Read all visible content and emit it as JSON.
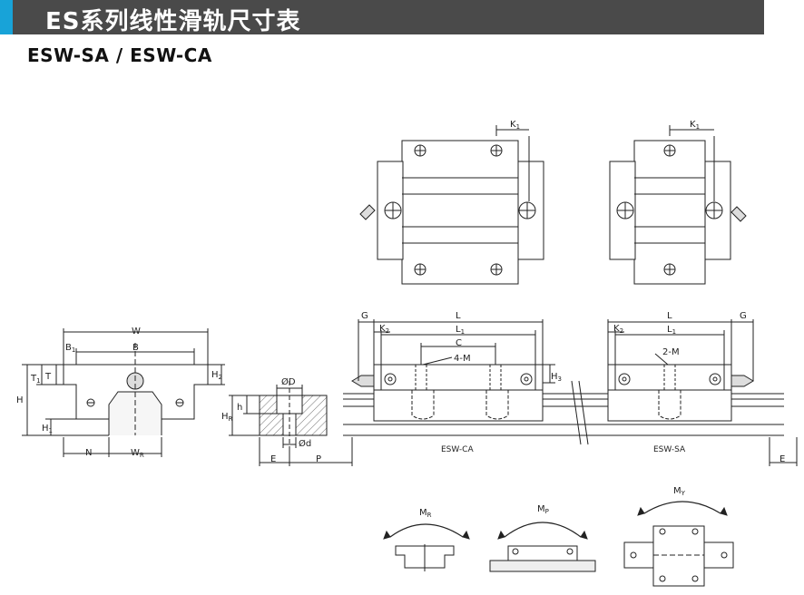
{
  "header": {
    "title": "ES系列线性滑轨尺寸表",
    "model": "ESW-SA / ESW-CA"
  },
  "colors": {
    "banner_bg": "#4a4a4a",
    "accent": "#18a3d8",
    "line": "#222222",
    "fill_light": "#f2f2f2"
  },
  "labels": {
    "W": "W",
    "B": "B",
    "B1": "B",
    "B1_sub": "1",
    "T": "T",
    "T1": "T",
    "T1_sub": "1",
    "H": "H",
    "H1": "H",
    "H1_sub": "1",
    "H2": "H",
    "H2_sub": "2",
    "N": "N",
    "WR": "W",
    "WR_sub": "R",
    "phiD": "ØD",
    "h": "h",
    "HR": "H",
    "HR_sub": "R",
    "phid": "Ød",
    "E": "E",
    "P": "P",
    "G": "G",
    "L": "L",
    "L1": "L",
    "L1_sub": "1",
    "K2": "K",
    "K2_sub": "2",
    "K1": "K",
    "K1_sub": "1",
    "C": "C",
    "H3": "H",
    "H3_sub": "3",
    "holes_4M": "4-M",
    "holes_2M": "2-M",
    "esw_ca": "ESW-CA",
    "esw_sa": "ESW-SA",
    "MR": "M",
    "MR_sub": "R",
    "MP": "M",
    "MP_sub": "P",
    "MY": "M",
    "MY_sub": "Y"
  }
}
